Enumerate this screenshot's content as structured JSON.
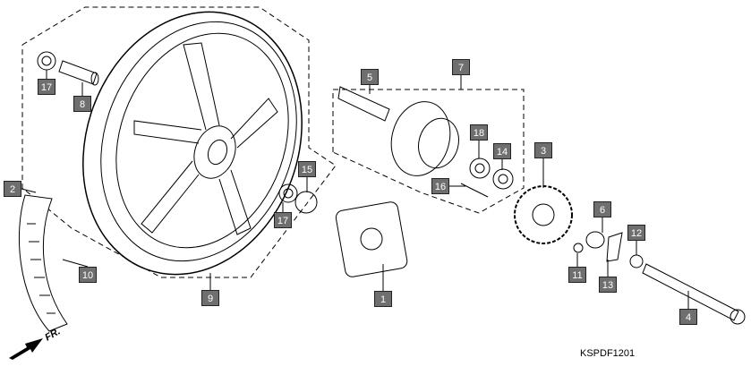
{
  "diagram_code": "KSPDF1201",
  "front_indicator": "FR.",
  "callouts": [
    {
      "id": "bearing-left",
      "label": "17"
    },
    {
      "id": "spacer",
      "label": "8"
    },
    {
      "id": "valve",
      "label": "2"
    },
    {
      "id": "tire",
      "label": "10"
    },
    {
      "id": "wheel",
      "label": "9"
    },
    {
      "id": "bearing-right",
      "label": "17"
    },
    {
      "id": "oil-seal",
      "label": "15"
    },
    {
      "id": "axle-collar",
      "label": "5"
    },
    {
      "id": "driven-flange",
      "label": "7"
    },
    {
      "id": "flange-bearing",
      "label": "18"
    },
    {
      "id": "flange-seal",
      "label": "14"
    },
    {
      "id": "stud-bolt",
      "label": "16"
    },
    {
      "id": "sprocket",
      "label": "3"
    },
    {
      "id": "damper-rubber",
      "label": "1"
    },
    {
      "id": "side-collar",
      "label": "6"
    },
    {
      "id": "axle-nut",
      "label": "12"
    },
    {
      "id": "sprocket-nut",
      "label": "11"
    },
    {
      "id": "adjuster-plate",
      "label": "13"
    },
    {
      "id": "rear-axle",
      "label": "4"
    }
  ]
}
